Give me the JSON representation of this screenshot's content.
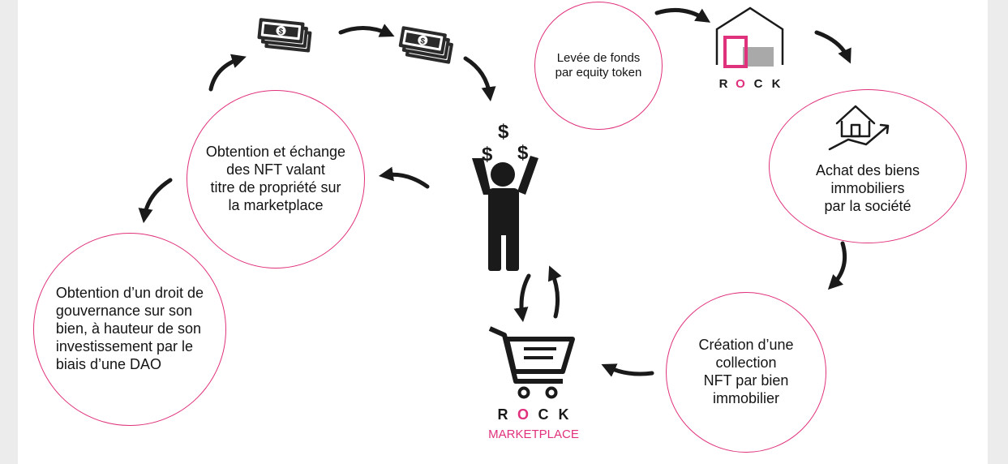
{
  "bubbles": {
    "levee": "Levée de fonds\npar equity token",
    "obtention_echange": "Obtention et échange\ndes NFT valant\ntitre de propriété sur\nla marketplace",
    "gouvernance": "Obtention d’un droit de\ngouvernance sur son\nbien, à hauteur de son\ninvestissement par le\nbiais d’une DAO",
    "achat": "Achat des biens\nimmobiliers\npar la société",
    "creation": "Création d’une\ncollection\nNFT par bien\nimmobilier"
  },
  "logo_rock": {
    "letters": [
      "R",
      "O",
      "C",
      "K"
    ]
  },
  "marketplace": {
    "letters": [
      "R",
      "O",
      "C",
      "K"
    ],
    "label": "MARKETPLACE"
  },
  "colors": {
    "accent": "#e0317c",
    "ink": "#1a1a1a",
    "bill": "#2a2a2a",
    "gray_block": "#a9a9a9"
  },
  "icons": [
    "money-bills-icon",
    "person-cheering-icon",
    "shopping-cart-icon",
    "house-growth-icon",
    "rock-house-logo"
  ]
}
